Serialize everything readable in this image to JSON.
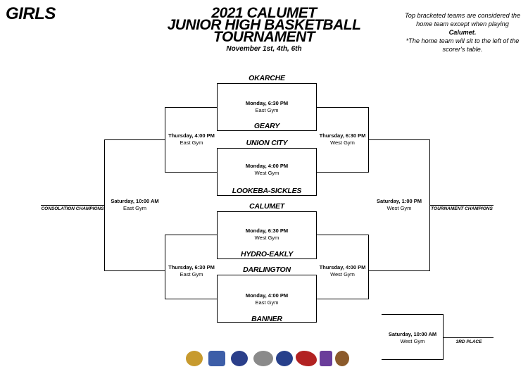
{
  "header": {
    "gender": "GIRLS",
    "title_lines": [
      "2021 CALUMET",
      "JUNIOR HIGH BASKETBALL",
      "TOURNAMENT"
    ],
    "dates": "November 1st, 4th, 6th",
    "note_part1": "Top bracketed teams are considered the home team except when playing ",
    "note_bold": "Calumet.",
    "note_part2": "*The home team will sit to the left of the scorer's table."
  },
  "round1": [
    {
      "top_team": "OKARCHE",
      "bottom_team": "GEARY",
      "time": "Monday,  6:30 PM",
      "gym": "East Gym"
    },
    {
      "top_team": "UNION CITY",
      "bottom_team": "LOOKEBA-SICKLES",
      "time": "Monday, 4:00 PM",
      "gym": "West Gym"
    },
    {
      "top_team": "CALUMET",
      "bottom_team": "HYDRO-EAKLY",
      "time": "Monday, 6:30 PM",
      "gym": "West Gym"
    },
    {
      "top_team": "DARLINGTON",
      "bottom_team": "BANNER",
      "time": "Monday, 4:00 PM",
      "gym": "East Gym"
    }
  ],
  "semis": {
    "cons_top": {
      "time": "Thursday, 4:00 PM",
      "gym": "East Gym"
    },
    "cons_bottom": {
      "time": "Thursday, 6:30 PM",
      "gym": "East Gym"
    },
    "win_top": {
      "time": "Thursday, 6:30 PM",
      "gym": "West Gym"
    },
    "win_bottom": {
      "time": "Thursday, 4:00 PM",
      "gym": "West Gym"
    }
  },
  "finals": {
    "consolation": {
      "time": "Saturday, 10:00 AM",
      "gym": "East Gym",
      "label": "CONSOLATION CHAMPIONS"
    },
    "championship": {
      "time": "Saturday, 1:00 PM",
      "gym": "West Gym",
      "label": "TOURNAMENT CHAMPIONS"
    },
    "third_place": {
      "time": "Saturday, 10:00 AM",
      "gym": "West Gym",
      "label": "3RD PLACE"
    }
  },
  "logos": [
    {
      "icon": "calumet-logo-icon",
      "color": "#c79a2e"
    },
    {
      "icon": "shield-logo-icon",
      "color": "#3d5ea8"
    },
    {
      "icon": "knight-logo-icon",
      "color": "#2b3f8a"
    },
    {
      "icon": "elephant-logo-icon",
      "color": "#8a8a8a"
    },
    {
      "icon": "wolf-logo-icon",
      "color": "#27408b"
    },
    {
      "icon": "bulldog-logo-icon",
      "color": "#b22222"
    },
    {
      "icon": "he-logo-icon",
      "color": "#6a3d9a"
    },
    {
      "icon": "chief-logo-icon",
      "color": "#8b5a2b"
    }
  ]
}
